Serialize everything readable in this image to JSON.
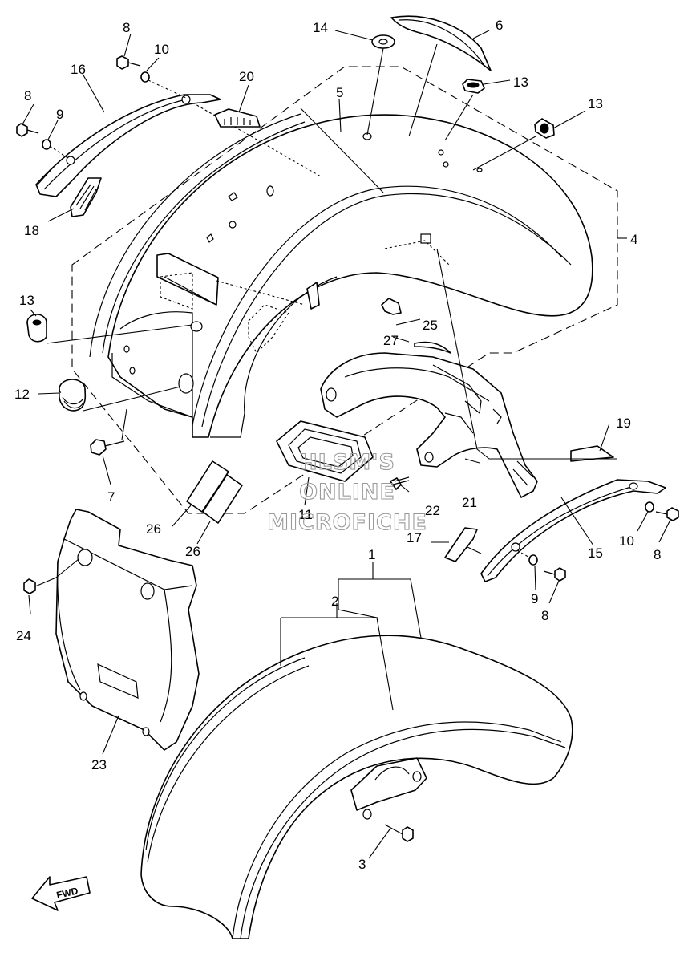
{
  "watermark": {
    "line1": "HLSM'S",
    "line2": "ONLINE",
    "line3": "MICROFICHE"
  },
  "direction_arrow": {
    "label": "FWD",
    "icon": "fwd-arrow-icon"
  },
  "callouts": {
    "p1": "1",
    "p2": "2",
    "p3": "3",
    "p4": "4",
    "p5": "5",
    "p6": "6",
    "p7": "7",
    "p8a": "8",
    "p8b": "8",
    "p8c": "8",
    "p8d": "8",
    "p9a": "9",
    "p9b": "9",
    "p10a": "10",
    "p10b": "10",
    "p11": "11",
    "p12": "12",
    "p13a": "13",
    "p13b": "13",
    "p13c": "13",
    "p14": "14",
    "p15": "15",
    "p16": "16",
    "p17": "17",
    "p18": "18",
    "p19": "19",
    "p20": "20",
    "p21": "21",
    "p22": "22",
    "p23": "23",
    "p24": "24",
    "p25": "25",
    "p26a": "26",
    "p26b": "26",
    "p27": "27"
  }
}
